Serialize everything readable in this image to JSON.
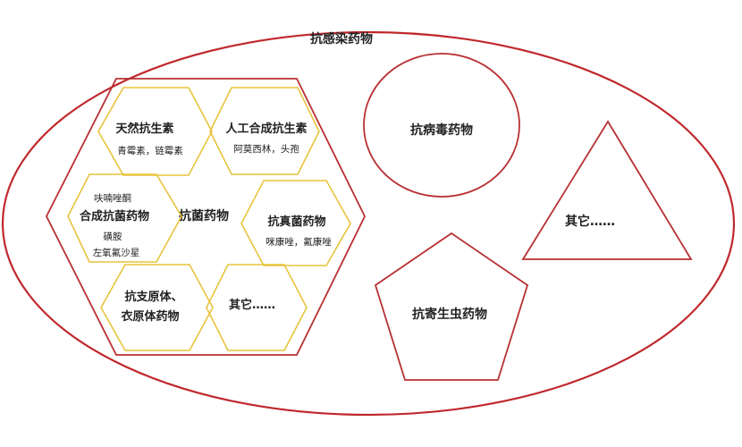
{
  "title": "抗感染药物",
  "colors": {
    "red": "#c0282c",
    "gold": "#e8c33c",
    "text": "#222222"
  },
  "antibacterial": {
    "label": "抗菌药物",
    "natural": {
      "title": "天然抗生素",
      "examples": "青霉素，链霉素"
    },
    "synthetic_antibiotics": {
      "title": "人工合成抗生素",
      "examples": "阿莫西林，头孢"
    },
    "synthetic_drugs": {
      "title": "合成抗菌药物",
      "top_example": "呋喃唑酮",
      "bottom_example_1": "磺胺",
      "bottom_example_2": "左氧氟沙星"
    },
    "antifungal": {
      "title": "抗真菌药物",
      "examples": "咪康唑，氟康唑"
    },
    "mycoplasma": {
      "title_line1": "抗支原体、",
      "title_line2": "衣原体药物"
    },
    "other": {
      "title": "其它……"
    }
  },
  "antiviral": {
    "label": "抗病毒药物"
  },
  "antiparasitic": {
    "label": "抗寄生虫药物"
  },
  "other": {
    "label": "其它……"
  }
}
